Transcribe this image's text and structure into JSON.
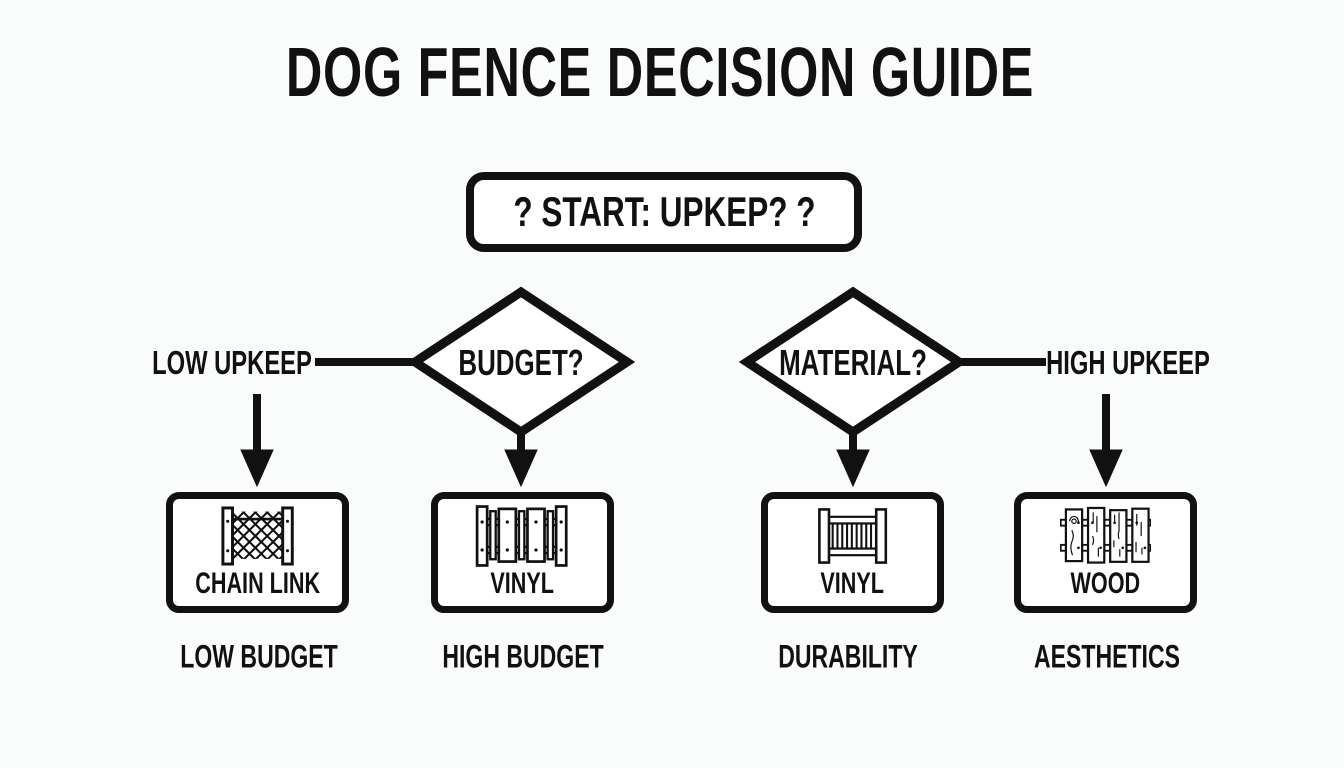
{
  "title": "DOG FENCE DECISION GUIDE",
  "start_node": {
    "label": "? START: UPKEP? ?"
  },
  "branches": {
    "left_label": "LOW UPKEEP",
    "right_label": "HIGH UPKEEP"
  },
  "decisions": [
    {
      "label": "BUDGET?"
    },
    {
      "label": "MATERIAL?"
    }
  ],
  "outcomes": [
    {
      "name": "CHAIN LINK",
      "caption": "LOW BUDGET",
      "icon": "chain-link-fence-icon"
    },
    {
      "name": "VINYL",
      "caption": "HIGH BUDGET",
      "icon": "vinyl-picket-fence-icon"
    },
    {
      "name": "VINYL",
      "caption": "DURABILITY",
      "icon": "vinyl-rail-fence-icon"
    },
    {
      "name": "WOOD",
      "caption": "AESTHETICS",
      "icon": "wood-plank-fence-icon"
    }
  ],
  "colors": {
    "ink": "#111111",
    "background": "#fafbfb",
    "node_fill": "#ffffff"
  }
}
